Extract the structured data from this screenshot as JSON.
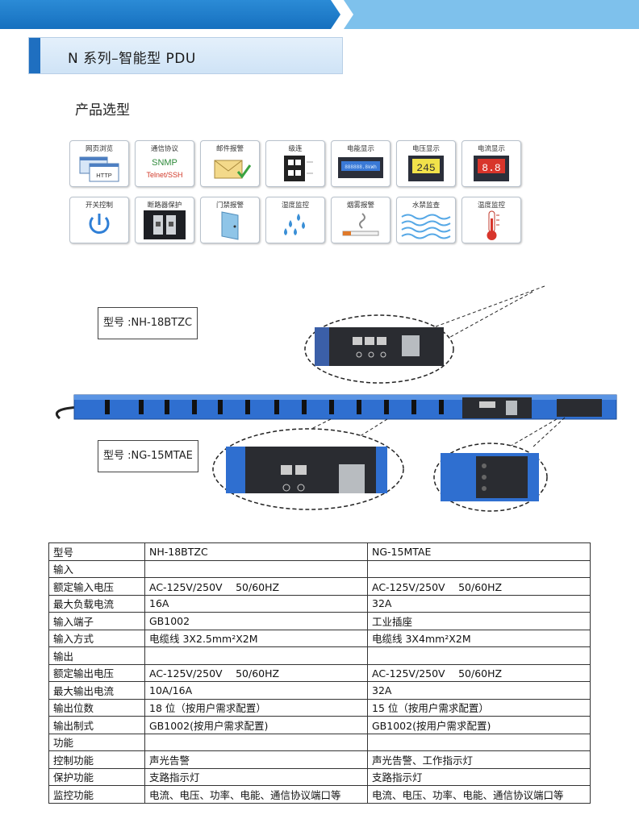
{
  "header": {
    "title": "N 系列–智能型 PDU"
  },
  "section": {
    "title": "产品选型"
  },
  "icons": [
    {
      "label": "网页浏览",
      "icon": "http-browser-icon",
      "text": "HTTP"
    },
    {
      "label": "通信协议",
      "icon": "protocol-icon",
      "text1": "SNMP",
      "text2": "Telnet/SSH"
    },
    {
      "label": "邮件报警",
      "icon": "mail-alarm-icon"
    },
    {
      "label": "级连",
      "icon": "cascade-icon"
    },
    {
      "label": "电能显示",
      "icon": "energy-display-icon",
      "text": "888888.8kWh"
    },
    {
      "label": "电压显示",
      "icon": "voltage-display-icon",
      "text": "245"
    },
    {
      "label": "电流显示",
      "icon": "current-display-icon",
      "text": "8.8"
    },
    {
      "label": "开关控制",
      "icon": "power-switch-icon"
    },
    {
      "label": "断路器保护",
      "icon": "breaker-icon"
    },
    {
      "label": "门禁报警",
      "icon": "door-alarm-icon"
    },
    {
      "label": "湿度监控",
      "icon": "humidity-icon"
    },
    {
      "label": "烟雾报警",
      "icon": "smoke-alarm-icon"
    },
    {
      "label": "水禁监查",
      "icon": "water-icon"
    },
    {
      "label": "温度监控",
      "icon": "thermometer-icon"
    }
  ],
  "models": {
    "a": "型号 :NH-18BTZC",
    "b": "型号 :NG-15MTAE"
  },
  "colors": {
    "brand": "#1f6fc0",
    "pdu_body": "#2f6fd0"
  },
  "table": [
    [
      "型号",
      "NH-18BTZC",
      "NG-15MTAE"
    ],
    [
      "输入",
      "",
      ""
    ],
    [
      "额定输入电压",
      "AC-125V/250V　 50/60HZ",
      "AC-125V/250V　 50/60HZ"
    ],
    [
      "最大负载电流",
      "16A",
      "32A"
    ],
    [
      "输入端子",
      "GB1002",
      "工业插座"
    ],
    [
      "输入方式",
      "电缆线 3X2.5mm²X2M",
      "电缆线 3X4mm²X2M"
    ],
    [
      "输出",
      "",
      ""
    ],
    [
      "额定输出电压",
      "AC-125V/250V　 50/60HZ",
      "AC-125V/250V　 50/60HZ"
    ],
    [
      "最大输出电流",
      "10A/16A",
      "32A"
    ],
    [
      "输出位数",
      "18 位（按用户需求配置）",
      "15 位（按用户需求配置）"
    ],
    [
      "输出制式",
      "GB1002(按用户需求配置)",
      "GB1002(按用户需求配置)"
    ],
    [
      "功能",
      "",
      ""
    ],
    [
      "控制功能",
      "声光告警",
      "声光告警、工作指示灯"
    ],
    [
      "保护功能",
      "支路指示灯",
      "支路指示灯"
    ],
    [
      "监控功能",
      "电流、电压、功率、电能、通信协议端口等",
      "电流、电压、功率、电能、通信协议端口等"
    ]
  ]
}
